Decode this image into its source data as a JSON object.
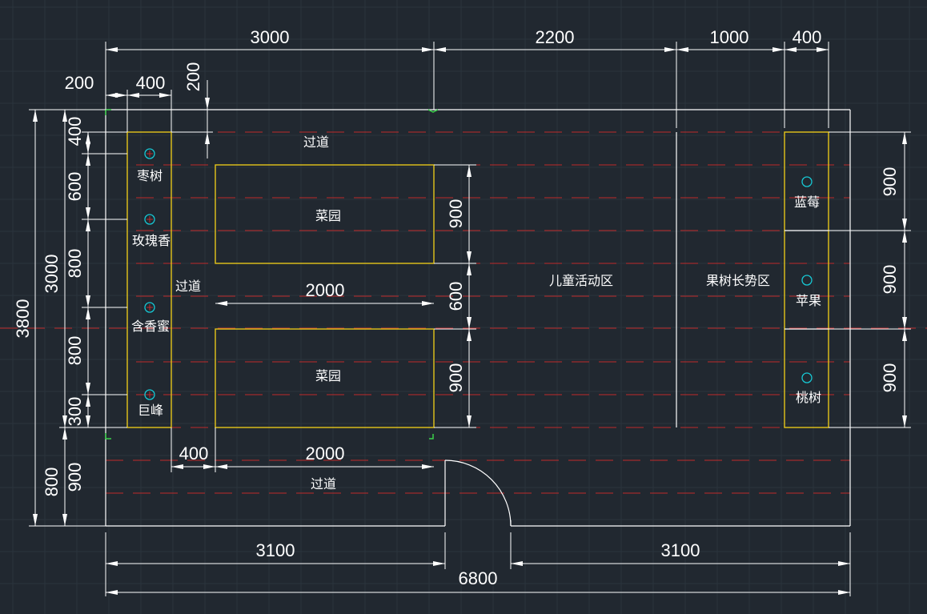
{
  "colors": {
    "background": "#212830",
    "grid": "#2b343d",
    "outline": "#ffffff",
    "bed": "#e6c619",
    "hidden_line": "#c02a2a",
    "tree_marker": "#17c8d4",
    "snap_marker": "#3bd14a"
  },
  "labels": {
    "passage_top": "过道",
    "passage_mid": "过道",
    "passage_bottom": "过道",
    "garden_1": "菜园",
    "garden_2": "菜园",
    "kids_area": "儿童活动区",
    "orchard_area": "果树长势区",
    "tree_1": "枣树",
    "tree_2": "玫瑰香",
    "tree_3": "含香蜜",
    "tree_4": "巨峰",
    "tree_5": "蓝莓",
    "tree_6": "苹果",
    "tree_7": "桃树"
  },
  "dims": {
    "top_3000": "3000",
    "top_2200": "2200",
    "top_1000": "1000",
    "top_400": "400",
    "left_200": "200",
    "left_400": "400",
    "gap_200": "200",
    "v_400": "400",
    "v_600": "600",
    "v_800_a": "800",
    "v_800_b": "800",
    "v_300": "300",
    "v_3000": "3000",
    "v_3800": "3800",
    "v_800_bottom": "800",
    "v_900_bottom": "900",
    "garden_w_1": "2000",
    "garden_w_2": "2000",
    "garden_h_1": "900",
    "garden_gap": "600",
    "garden_h_2": "900",
    "right_900_a": "900",
    "right_900_b": "900",
    "right_900_c": "900",
    "bottom_400": "400",
    "bottom_3100_a": "3100",
    "bottom_3100_b": "3100",
    "bottom_6800": "6800"
  }
}
